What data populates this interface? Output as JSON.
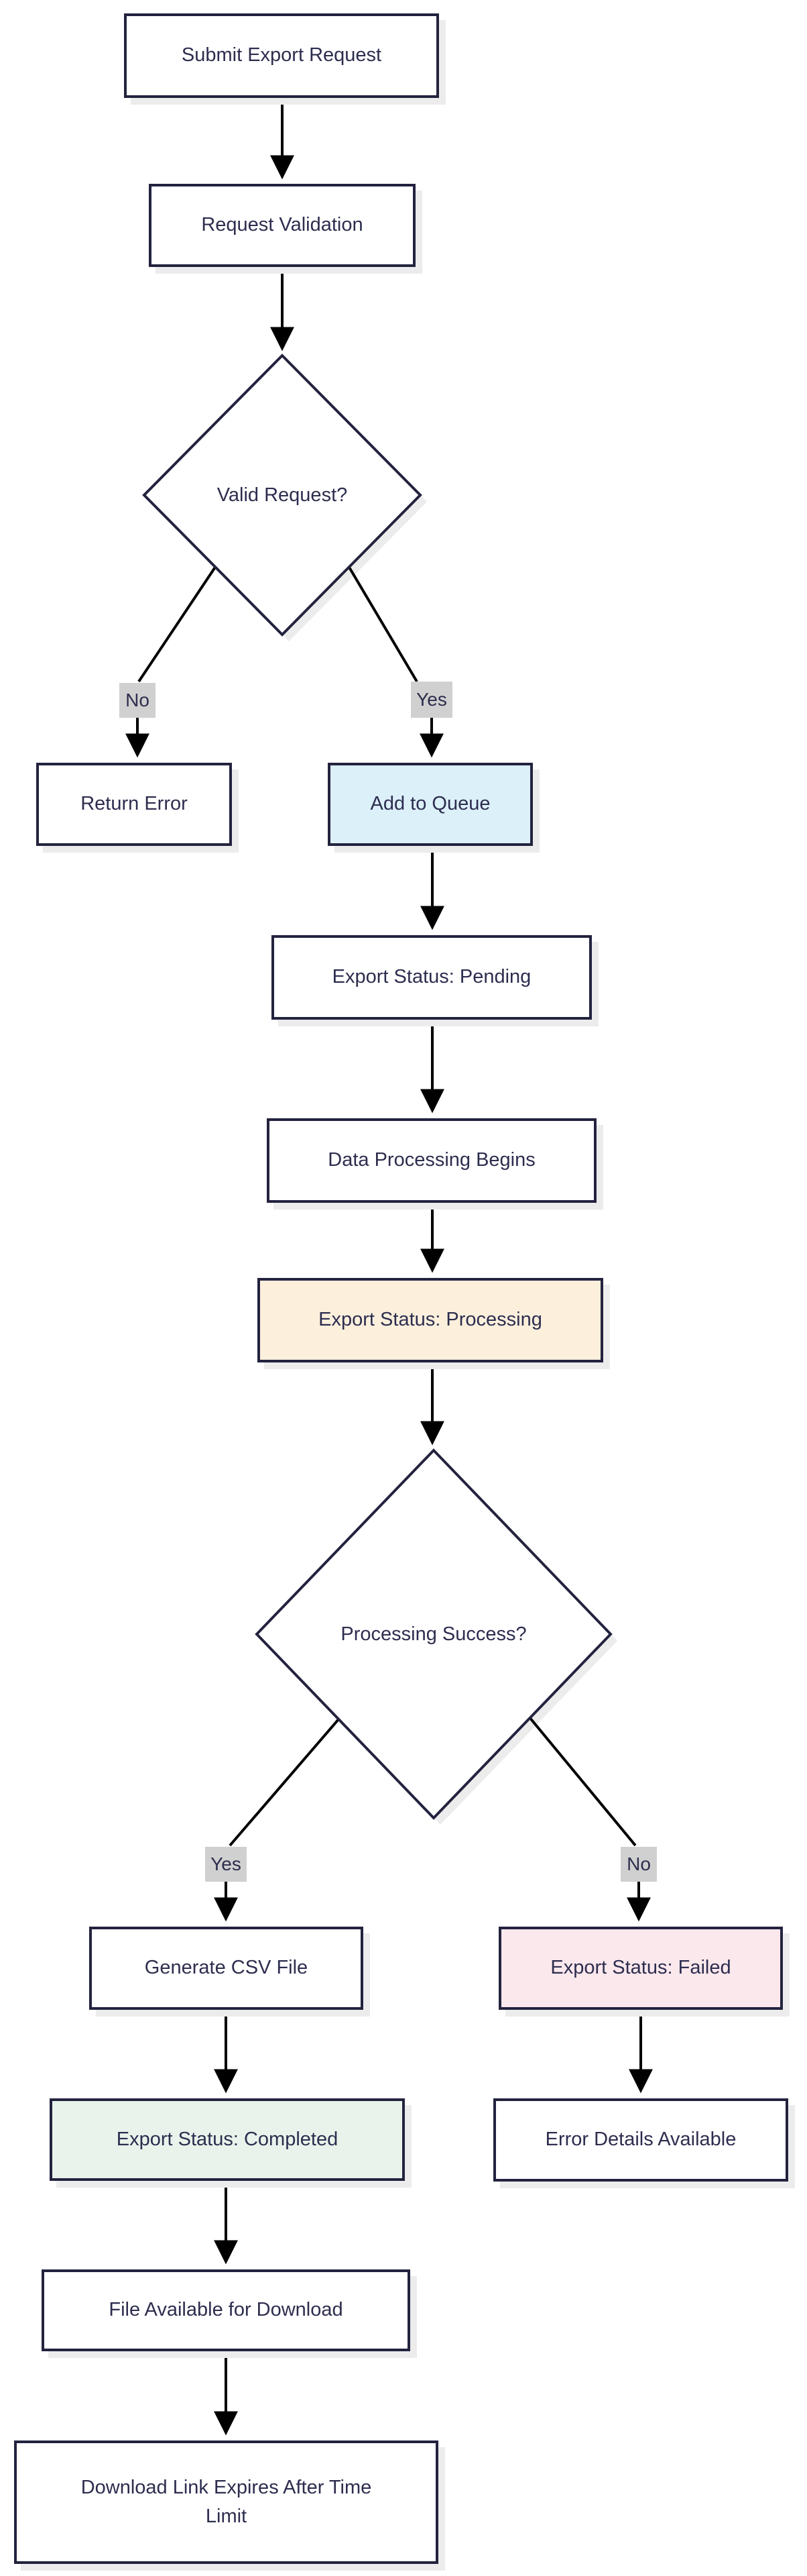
{
  "flowchart": {
    "nodes": {
      "submit": {
        "label": "Submit Export Request"
      },
      "validation": {
        "label": "Request Validation"
      },
      "valid_request": {
        "label": "Valid Request?"
      },
      "return_error": {
        "label": "Return Error"
      },
      "add_to_queue": {
        "label": "Add to Queue"
      },
      "status_pending": {
        "label": "Export Status: Pending"
      },
      "data_processing": {
        "label": "Data Processing Begins"
      },
      "status_processing": {
        "label": "Export Status: Processing"
      },
      "processing_success": {
        "label": "Processing Success?"
      },
      "generate_csv": {
        "label": "Generate CSV File"
      },
      "status_failed": {
        "label": "Export Status: Failed"
      },
      "status_completed": {
        "label": "Export Status: Completed"
      },
      "error_details": {
        "label": "Error Details Available"
      },
      "file_available": {
        "label": "File Available for Download"
      },
      "link_expires": {
        "label": "Download Link Expires After Time Limit"
      }
    },
    "edge_labels": {
      "valid_no": "No",
      "valid_yes": "Yes",
      "success_yes": "Yes",
      "success_no": "No"
    },
    "colors": {
      "border": "#23233f",
      "text": "#2d2d4f",
      "queued": "#dcf0fa",
      "processing": "#fcf0dd",
      "completed": "#e9f3eb",
      "failed": "#fbe8ec",
      "edge_label_bg": "#d0d0d0",
      "edge_line": "#000000",
      "shadow": "#ececec"
    }
  }
}
